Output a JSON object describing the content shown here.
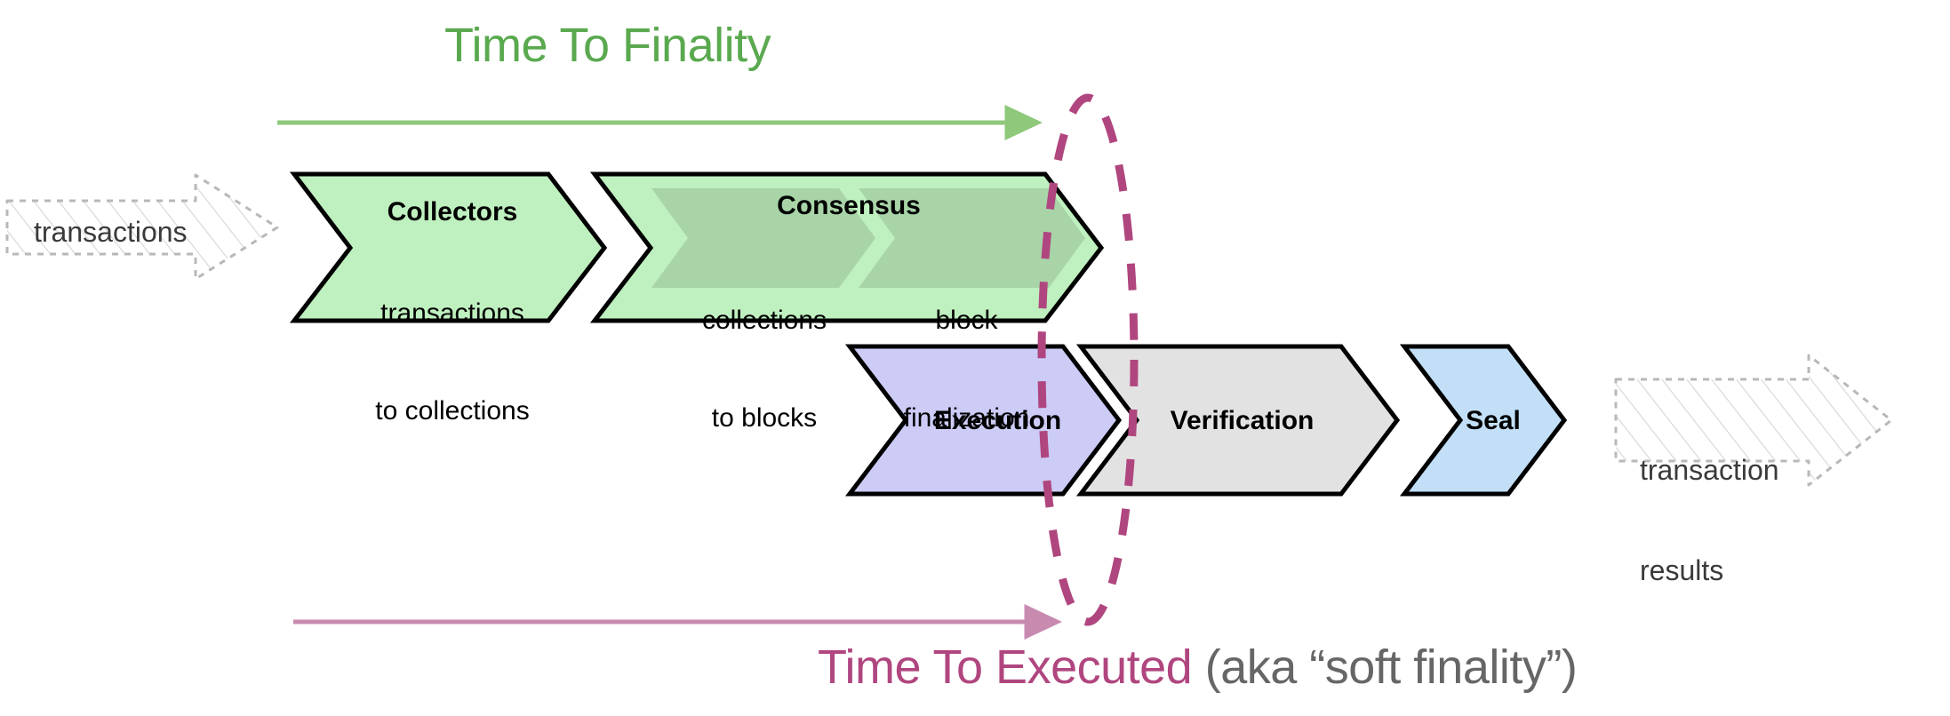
{
  "diagram": {
    "title_top": "Time To Finality",
    "title_bottom_accent": "Time To Executed",
    "title_bottom_muted": " (aka “soft finality”)",
    "colors": {
      "finality_text": "#5aa94f",
      "finality_arrow": "#8ec87a",
      "executed_text": "#b0467f",
      "executed_arrow": "#c98ab0",
      "ellipse": "#b0467f",
      "collectors_fill": "#bff0bf",
      "consensus_fill": "#bff0bf",
      "consensus_sub_fill": "#a8d4a8",
      "execution_fill": "#ccccf7",
      "verification_fill": "#e2e2e2",
      "seal_fill": "#c2dff7",
      "ghost_stroke": "#b8b8b8",
      "outline": "#000000"
    },
    "inputs": {
      "left_ghost_label": "transactions"
    },
    "outputs": {
      "right_ghost_label_line1": "transaction",
      "right_ghost_label_line2": "results"
    },
    "top_row": [
      {
        "id": "collectors",
        "title": "Collectors",
        "sub_line1": "transactions",
        "sub_line2": "to collections"
      },
      {
        "id": "consensus",
        "title": "Consensus",
        "sub_stages": [
          {
            "id": "collections-to-blocks",
            "line1": "collections",
            "line2": "to blocks"
          },
          {
            "id": "block-finalization",
            "line1": "block",
            "line2": "finalization"
          }
        ]
      }
    ],
    "bottom_row": [
      {
        "id": "execution",
        "title": "Execution"
      },
      {
        "id": "verification",
        "title": "Verification"
      },
      {
        "id": "seal",
        "title": "Seal"
      }
    ]
  }
}
